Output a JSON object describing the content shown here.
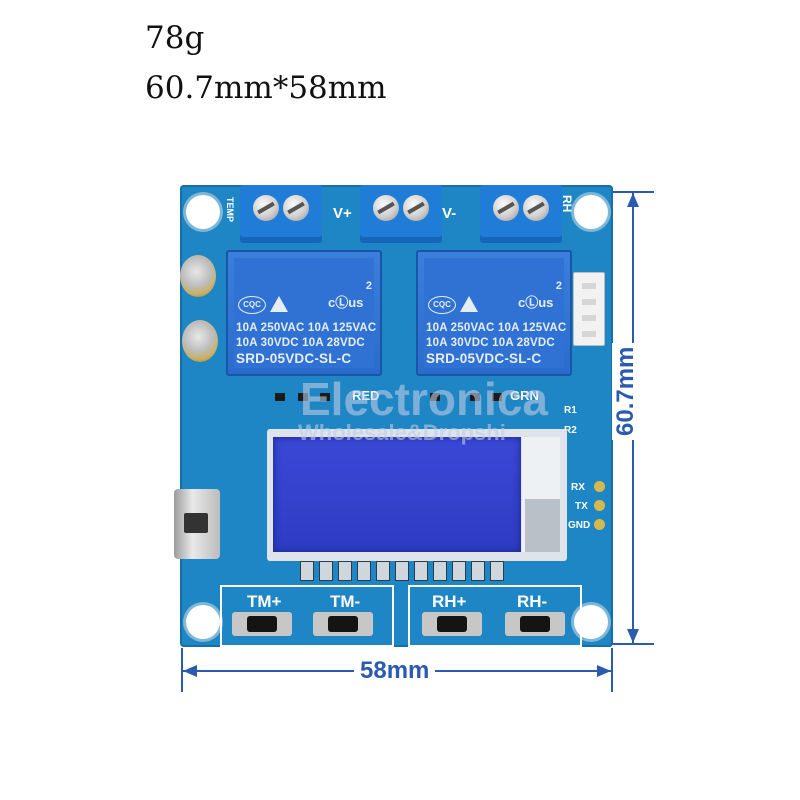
{
  "specs": {
    "weight": "78g",
    "size": "60.7mm*58mm"
  },
  "board": {
    "terminals": [
      "TEMP",
      "V+",
      "V-",
      "RH"
    ],
    "relay": {
      "lines": [
        "10A 250VAC  10A 125VAC",
        "10A  30VDC  10A  28VDC"
      ],
      "model": "SRD-05VDC-SL-C",
      "cert": "CQC",
      "ul": "cⓁus",
      "relay1_num": "2",
      "relay2_num": "2"
    },
    "led_labels": [
      "RED",
      "GRN"
    ],
    "resistors": [
      "R1",
      "R2"
    ],
    "uart": [
      "RX",
      "TX",
      "GND"
    ],
    "buttons": [
      "TM+",
      "TM-",
      "RH+",
      "RH-"
    ],
    "watermark": [
      "Electronica",
      "Wholesale&Dropshi"
    ]
  },
  "dimensions": {
    "width": "58mm",
    "height": "60.7mm"
  },
  "colors": {
    "pcb": "#1e86c4",
    "relay": "#2f72d3",
    "lcd": "#3a48d6",
    "dimension": "#2a5bb0"
  }
}
